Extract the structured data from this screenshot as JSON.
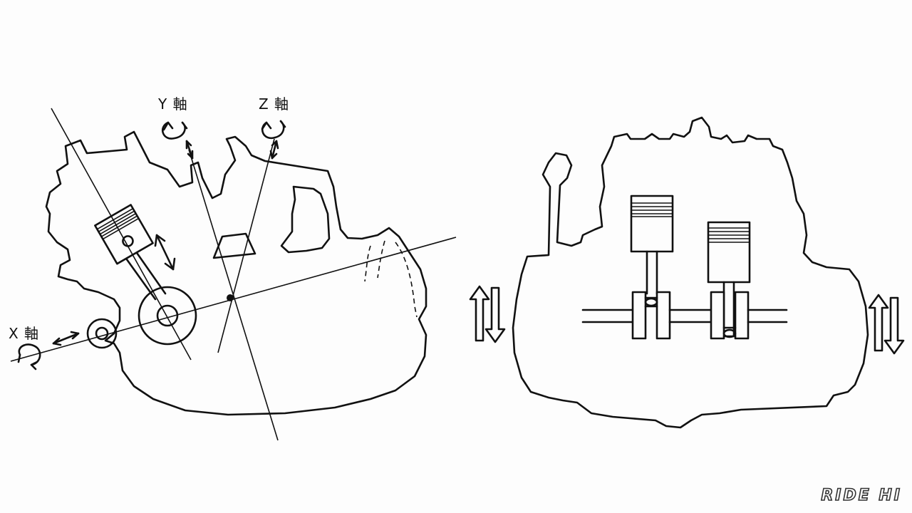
{
  "axes": {
    "y_label": "Y 軸",
    "z_label": "Z 軸",
    "x_label": "X 軸"
  },
  "watermark": "RIDE HI",
  "colors": {
    "ink": "#111111",
    "background": "#fdfdfd"
  }
}
